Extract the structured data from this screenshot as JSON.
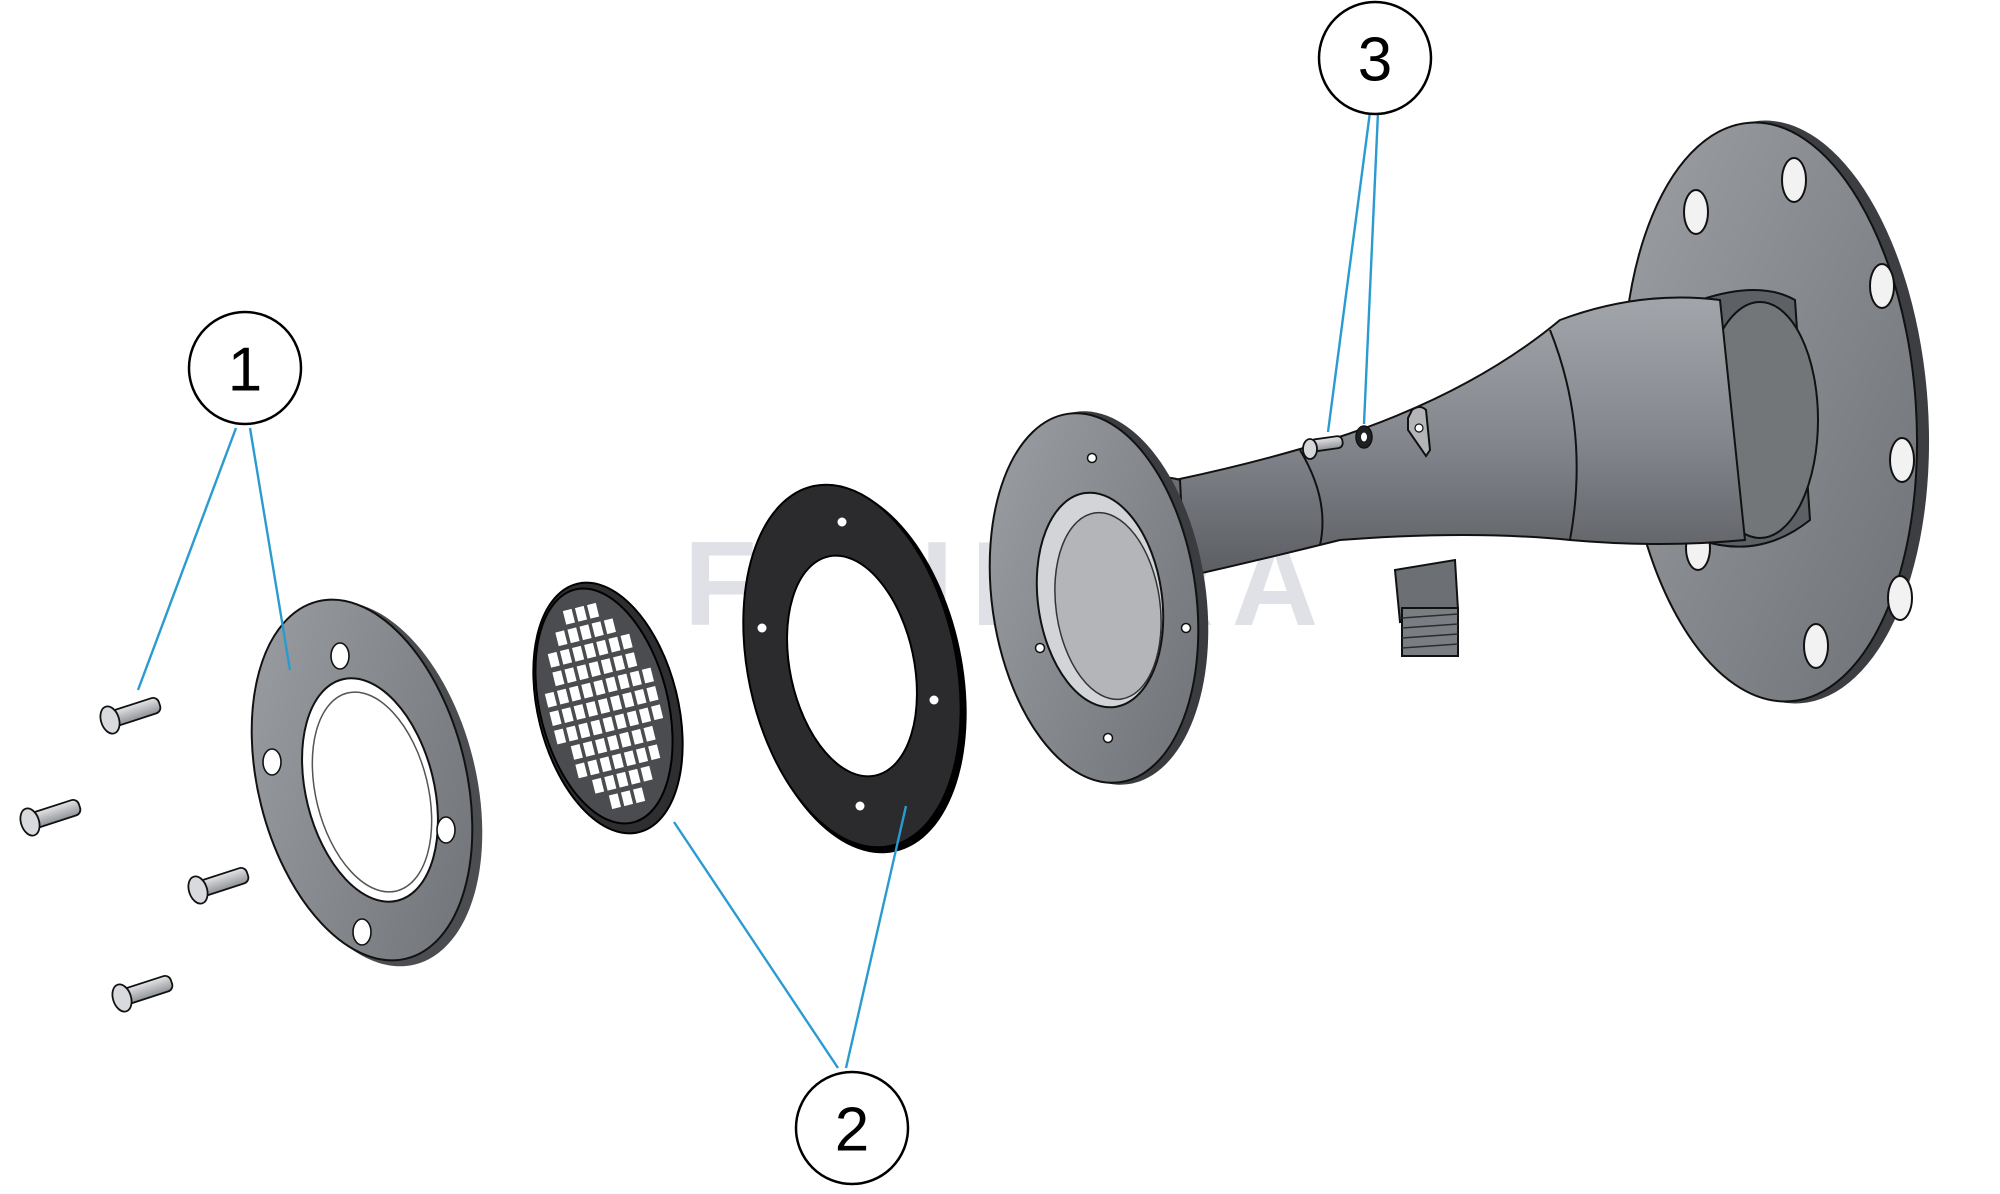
{
  "diagram": {
    "callouts": [
      {
        "id": "1",
        "label": "1"
      },
      {
        "id": "2",
        "label": "2"
      },
      {
        "id": "3",
        "label": "3"
      }
    ],
    "watermark": "FLUIDRA",
    "colors": {
      "part_fill": "#808389",
      "part_dark": "#4a4c50",
      "part_light": "#b6b8bc",
      "gasket_fill": "#2a2a2c",
      "leader_line": "#2a9bd0",
      "outline": "#111111"
    }
  }
}
